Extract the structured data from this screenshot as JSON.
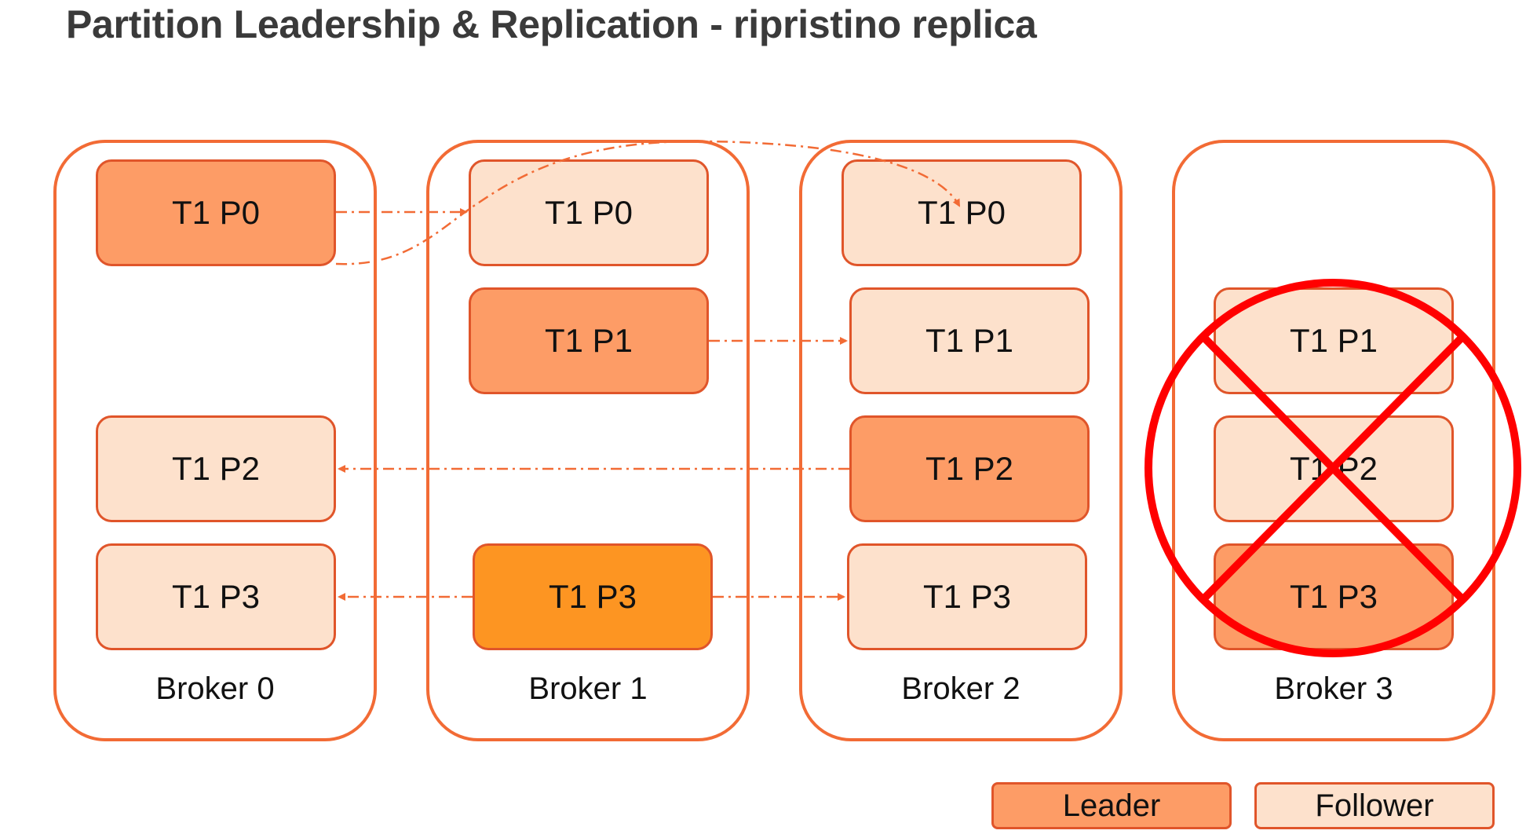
{
  "title": "Partition Leadership & Replication - ripristino replica",
  "colors": {
    "border": "#f26b35",
    "leader_fill": "#fd9c66",
    "follower_fill": "#fde1cc",
    "highlight_leader_fill": "#fd9522",
    "arrow": "#f26b35",
    "failure_mark": "#ff0000"
  },
  "brokers": [
    {
      "label": "Broker 0"
    },
    {
      "label": "Broker 1"
    },
    {
      "label": "Broker 2"
    },
    {
      "label": "Broker 3",
      "failed": true
    }
  ],
  "partitions": [
    {
      "label": "T1 P0",
      "broker": 0,
      "role": "leader"
    },
    {
      "label": "T1 P2",
      "broker": 0,
      "role": "follower"
    },
    {
      "label": "T1 P3",
      "broker": 0,
      "role": "follower"
    },
    {
      "label": "T1 P0",
      "broker": 1,
      "role": "follower"
    },
    {
      "label": "T1 P1",
      "broker": 1,
      "role": "leader"
    },
    {
      "label": "T1 P3",
      "broker": 1,
      "role": "leader"
    },
    {
      "label": "T1 P0",
      "broker": 2,
      "role": "follower"
    },
    {
      "label": "T1 P1",
      "broker": 2,
      "role": "follower"
    },
    {
      "label": "T1 P2",
      "broker": 2,
      "role": "leader"
    },
    {
      "label": "T1 P3",
      "broker": 2,
      "role": "follower"
    },
    {
      "label": "T1 P1",
      "broker": 3,
      "role": "follower"
    },
    {
      "label": "T1 P2",
      "broker": 3,
      "role": "follower"
    },
    {
      "label": "T1 P3",
      "broker": 3,
      "role": "leader"
    }
  ],
  "legend": {
    "leader": "Leader",
    "follower": "Follower"
  }
}
